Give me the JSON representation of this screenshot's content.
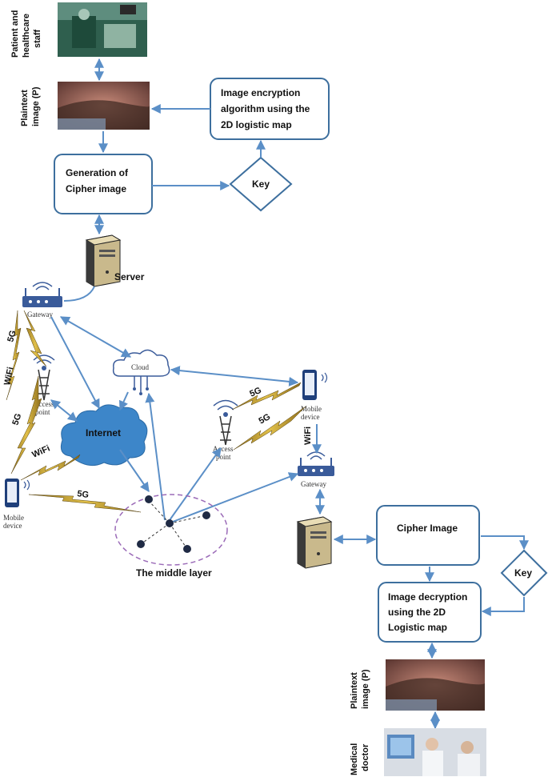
{
  "top": {
    "patient_label": [
      "Patient and",
      "healthcare",
      "staff"
    ],
    "plaintext_label": [
      "Plaintext",
      "image (P)"
    ],
    "encryption_box": [
      "Image encryption",
      "algorithm using the",
      "2D logistic map"
    ],
    "generation_box": [
      "Generation of",
      "Cipher image"
    ],
    "key_label": "Key",
    "server_label": "Server"
  },
  "network": {
    "gateway_label": "Gateway",
    "cloud_label": "Cloud",
    "internet_label": "Internet",
    "access_point_label": [
      "Access",
      "point"
    ],
    "mobile_device_label": [
      "Mobile",
      "device"
    ],
    "middle_layer_label": "The middle layer",
    "conn_5g": "5G",
    "conn_wifi": "WiFi"
  },
  "bottom": {
    "cipher_box": "Cipher Image",
    "decryption_box": [
      "Image decryption",
      "using the 2D",
      "Logistic map"
    ],
    "key_label": "Key",
    "plaintext_label": [
      "Plaintext",
      "image (P)"
    ],
    "doctor_label": [
      "Medical",
      "doctor"
    ]
  },
  "colors": {
    "box_stroke": "#3d6f9e",
    "arrow": "#5b8fc7",
    "cloud_fill": "#3d86c9",
    "lightning": "#c9a227",
    "dashed_circle": "#9b6bb8"
  }
}
